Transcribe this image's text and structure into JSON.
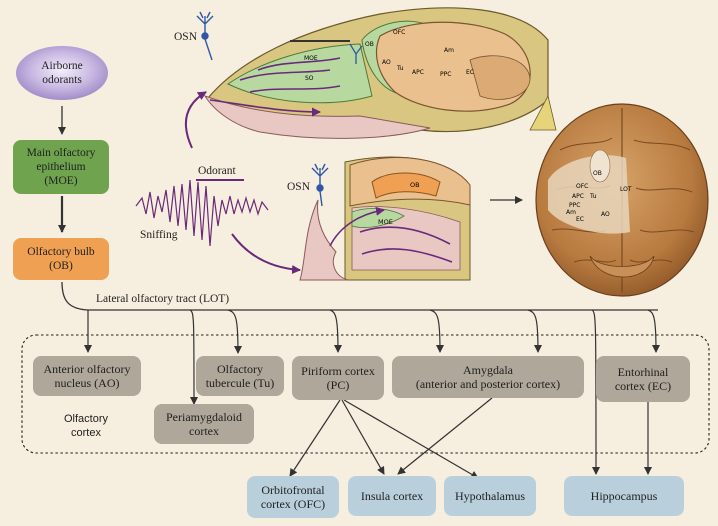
{
  "colors": {
    "background": "#f6eede",
    "gray_box": "#aea79a",
    "blue_box": "#b9d0dc",
    "moe_green": "#6fa34e",
    "ob_orange": "#f0a052",
    "airborne_purple": "#b7a3d3",
    "arrow_purple": "#6a2a7a",
    "line_dark": "#333333"
  },
  "pathway": {
    "airborne": "Airborne\nodorants",
    "moe": "Main olfactory\nepithelium\n(MOE)",
    "ob": "Olfactory bulb\n(OB)",
    "lot": "Lateral olfactory tract (LOT)"
  },
  "illustration": {
    "osn_top": "OSN",
    "osn_mid": "OSN",
    "odorant": "Odorant",
    "sniffing": "Sniffing",
    "rodent_labels": [
      "OB",
      "OFC",
      "MOE",
      "AO",
      "Tu",
      "Am",
      "APC",
      "PPC",
      "EC",
      "SO"
    ],
    "human_section_labels": [
      "OB",
      "MOE"
    ],
    "brain_labels": [
      "OB",
      "OFC",
      "LOT",
      "APC",
      "Tu",
      "PPC",
      "Am",
      "EC",
      "AO"
    ]
  },
  "cortex": {
    "group_label": "Olfactory\ncortex",
    "ao": "Anterior olfactory\nnucleus (AO)",
    "tu": "Olfactory\ntubercule (Tu)",
    "peri": "Periamygdaloid\ncortex",
    "pc": "Piriform cortex\n(PC)",
    "amygdala": "Amygdala\n(anterior and posterior cortex)",
    "ec": "Entorhinal\ncortex (EC)"
  },
  "targets": {
    "ofc": "Orbitofrontal\ncortex (OFC)",
    "insula": "Insula cortex",
    "hypothalamus": "Hypothalamus",
    "hippocampus": "Hippocampus"
  }
}
